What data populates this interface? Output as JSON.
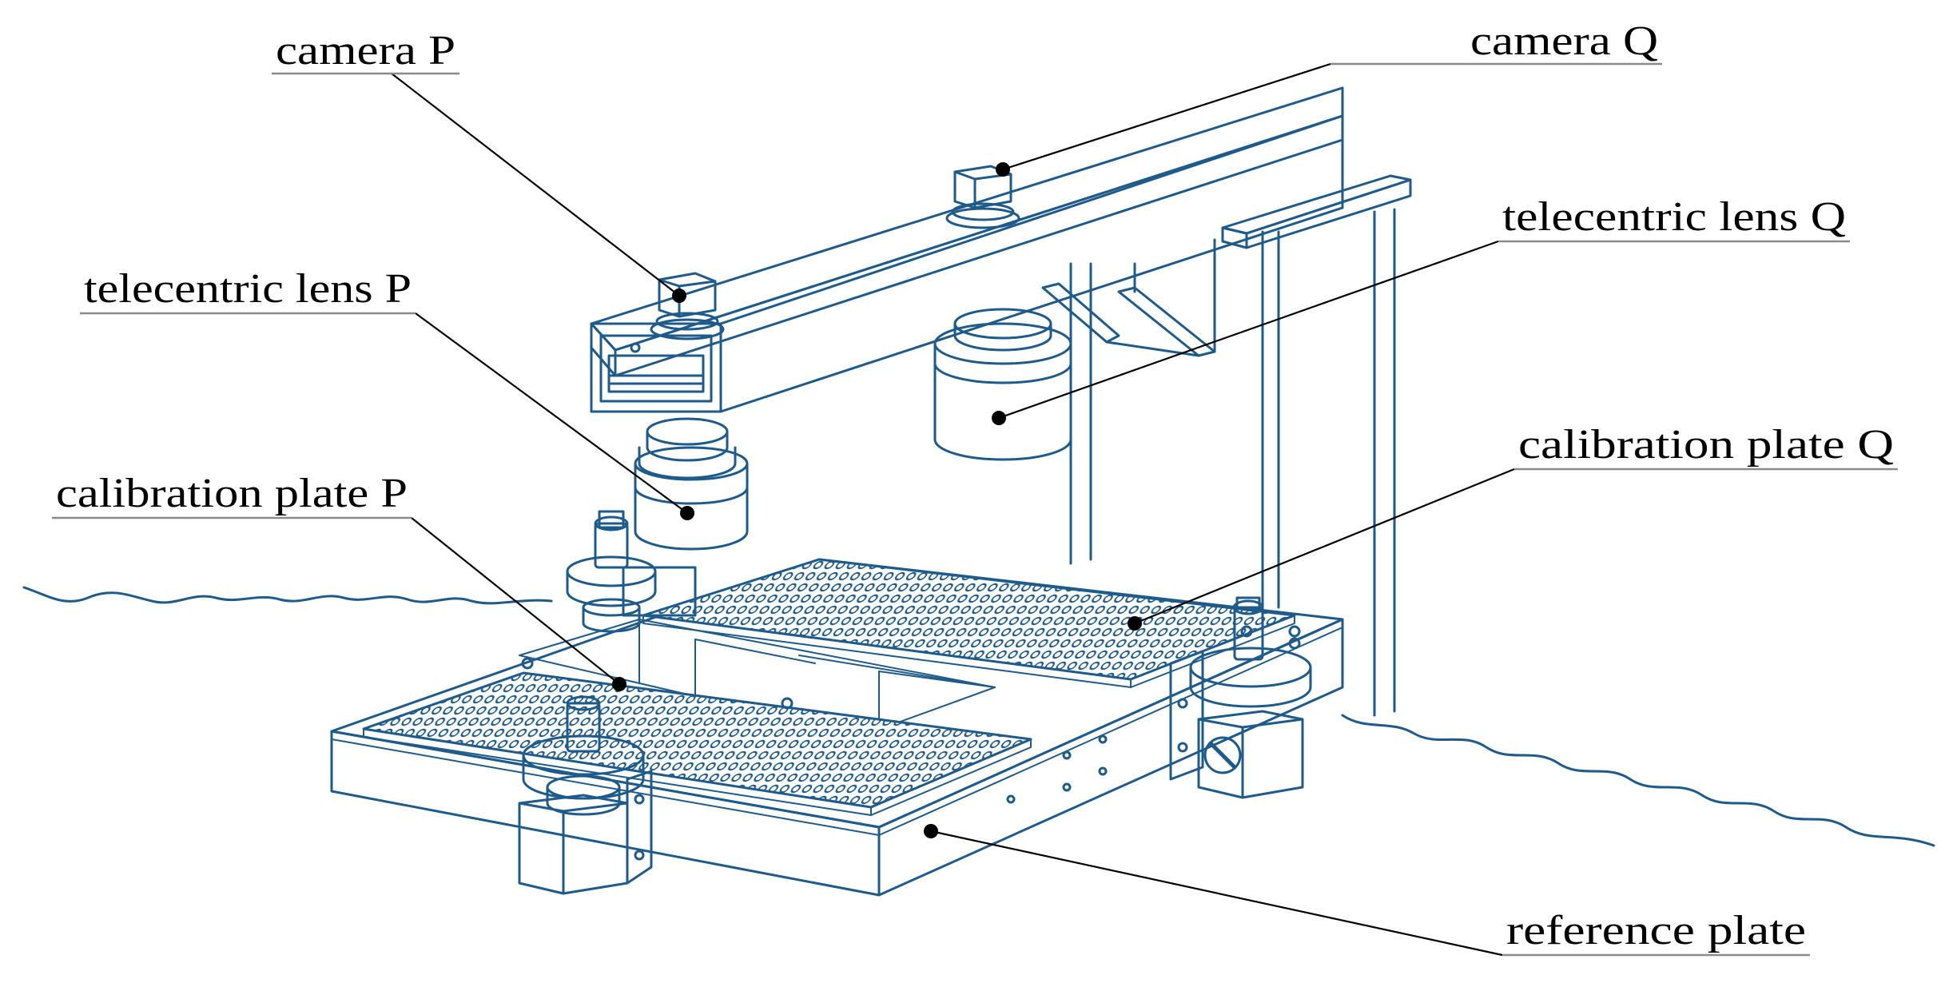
{
  "labels": {
    "camera_p": "camera P",
    "camera_q": "camera Q",
    "telecentric_lens_p": "telecentric lens P",
    "telecentric_lens_q": "telecentric lens Q",
    "calibration_plate_p": "calibration plate P",
    "calibration_plate_q": "calibration plate Q",
    "reference_plate": "reference plate"
  },
  "colors": {
    "drawing": "#1e5a8a",
    "leader": "#000000",
    "label": "#000000",
    "underline": "#8a8a8a",
    "background": "#ffffff"
  }
}
